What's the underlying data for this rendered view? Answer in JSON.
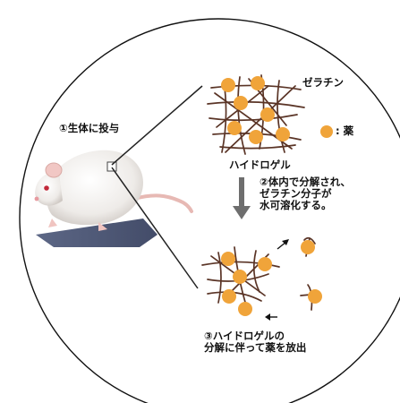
{
  "labels": {
    "administer": "①生体に投与",
    "gelatin": "ゼラチン",
    "drug_legend": ": 薬",
    "hydrogel": "ハイドロゲル",
    "step2_line1": "②体内で分解され、",
    "step2_line2": "ゼラチン分子が",
    "step2_line3": "水可溶化する。",
    "step3_line1": "③ハイドロゲルの",
    "step3_line2": "分解に伴って薬を放出"
  },
  "colors": {
    "fiber": "#5a3426",
    "drug": "#f0a43a",
    "outline": "#111111",
    "arrow": "#6e6e6e"
  }
}
